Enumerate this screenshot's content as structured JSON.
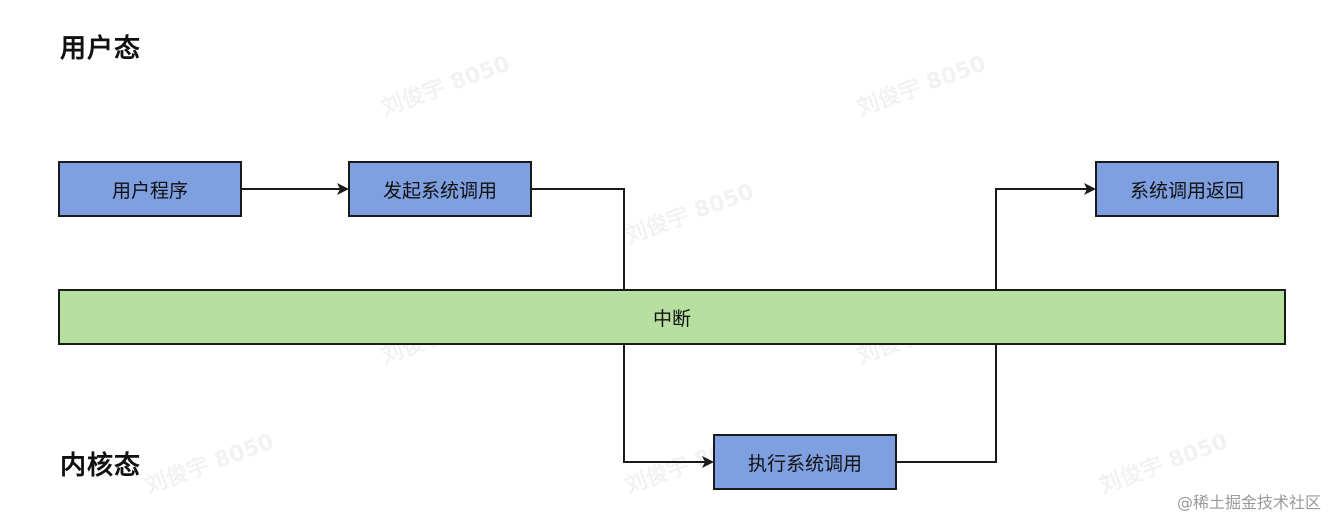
{
  "labels": {
    "user_mode": "用户态",
    "kernel_mode": "内核态"
  },
  "boxes": {
    "user_program": "用户程序",
    "syscall_initiate": "发起系统调用",
    "syscall_return": "系统调用返回",
    "syscall_execute": "执行系统调用"
  },
  "interrupt_bar": "中断",
  "watermark": "刘俊宇 8050",
  "credit": "@稀土掘金技术社区",
  "colors": {
    "box_fill": "#7e9fe0",
    "bar_fill": "#b7dfa0",
    "stroke": "#1a1a1a"
  }
}
